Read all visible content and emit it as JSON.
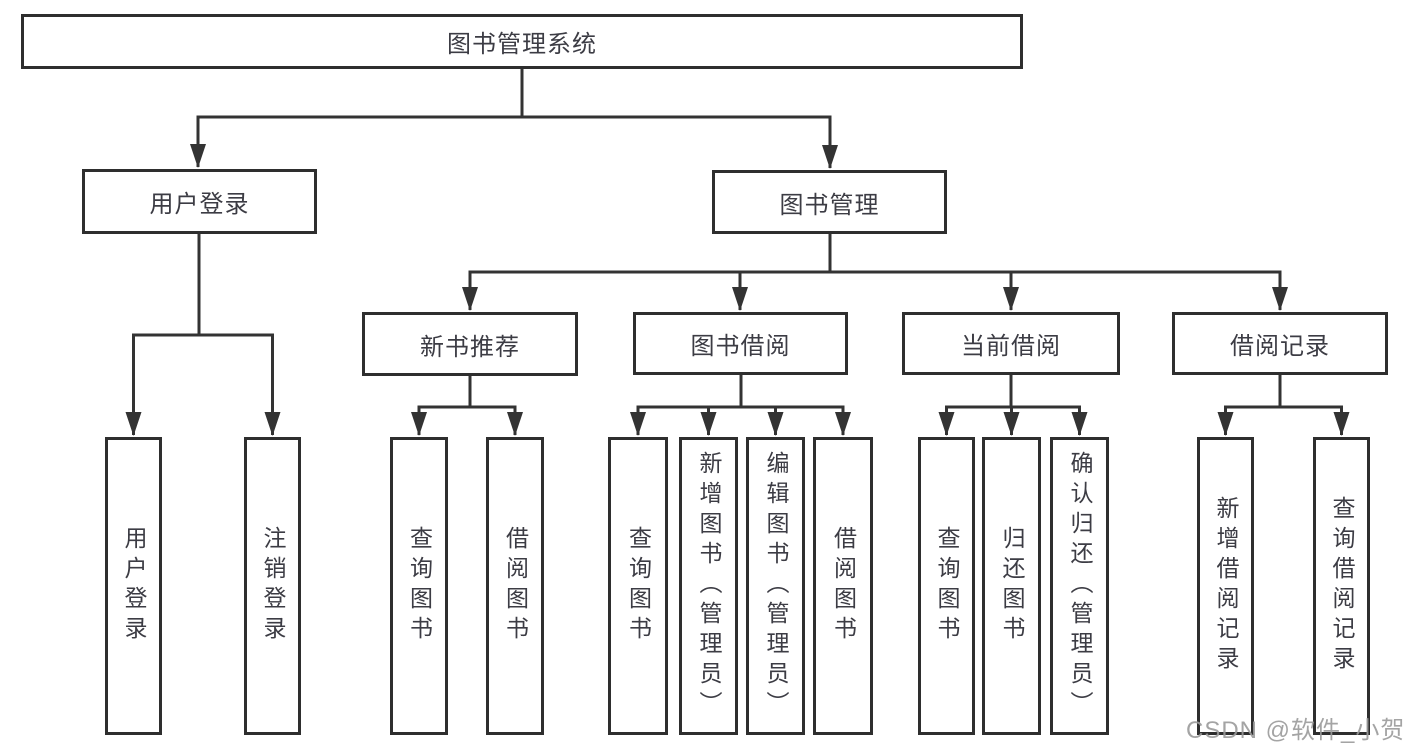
{
  "diagram_title": "图书管理系统",
  "colors": {
    "box_border": "#2e2e2e",
    "connector_line": "#333333",
    "node_text": "#3c3c44",
    "watermark_text": "#9b9b9b",
    "background": "#ffffff"
  },
  "tree": {
    "root": {
      "label": "图书管理系统",
      "children": [
        {
          "label": "用户登录",
          "children": [
            {
              "label": "用户登录"
            },
            {
              "label": "注销登录"
            }
          ]
        },
        {
          "label": "图书管理",
          "children": [
            {
              "label": "新书推荐",
              "children": [
                {
                  "label": "查询图书"
                },
                {
                  "label": "借阅图书"
                }
              ]
            },
            {
              "label": "图书借阅",
              "children": [
                {
                  "label": "查询图书"
                },
                {
                  "label": "新增图书（管理员）"
                },
                {
                  "label": "编辑图书（管理员）"
                },
                {
                  "label": "借阅图书"
                }
              ]
            },
            {
              "label": "当前借阅",
              "children": [
                {
                  "label": "查询图书"
                },
                {
                  "label": "归还图书"
                },
                {
                  "label": "确认归还（管理员）"
                }
              ]
            },
            {
              "label": "借阅记录",
              "children": [
                {
                  "label": "新增借阅记录"
                },
                {
                  "label": "查询借阅记录"
                }
              ]
            }
          ]
        }
      ]
    }
  },
  "watermark": {
    "text": "CSDN @软件_小贺同学"
  }
}
